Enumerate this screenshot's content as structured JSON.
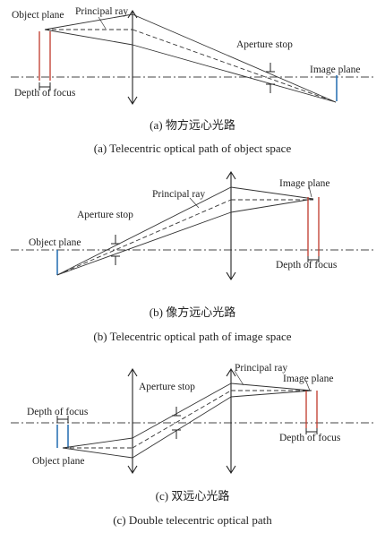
{
  "panel_a": {
    "label_object_plane": "Object plane",
    "label_principal_ray": "Principal ray",
    "label_aperture_stop": "Aperture stop",
    "label_image_plane": "Image plane",
    "label_depth_of_focus": "Depth of focus",
    "caption_cn": "(a)  物方远心光路",
    "caption_en": "(a) Telecentric optical path of object space"
  },
  "panel_b": {
    "label_principal_ray": "Principal ray",
    "label_image_plane": "Image plane",
    "label_aperture_stop": "Aperture stop",
    "label_object_plane": "Object plane",
    "label_depth_of_focus": "Depth of focus",
    "caption_cn": "(b)  像方远心光路",
    "caption_en": "(b) Telecentric optical path of image space"
  },
  "panel_c": {
    "label_principal_ray": "Principal ray",
    "label_aperture_stop": "Aperture stop",
    "label_image_plane": "Image plane",
    "label_depth_of_focus_left": "Depth of focus",
    "label_depth_of_focus_right": "Depth of focus",
    "label_object_plane": "Object plane",
    "caption_cn": "(c)  双远心光路",
    "caption_en": "(c) Double telecentric optical path"
  },
  "colors": {
    "focus_planes": "#c0392b",
    "object_image_line": "#2e75b6",
    "lines": "#333333"
  }
}
